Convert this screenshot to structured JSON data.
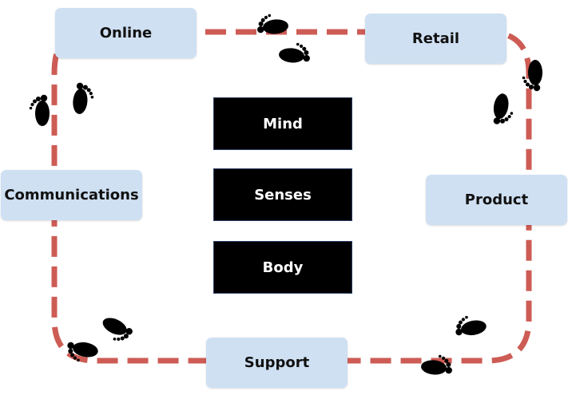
{
  "nodes": {
    "online": "Online",
    "retail": "Retail",
    "communications": "Communications",
    "product": "Product",
    "support": "Support"
  },
  "center": {
    "mind": "Mind",
    "senses": "Senses",
    "body": "Body"
  },
  "colors": {
    "path": "#cd5c55",
    "node_fill": "#cfe0f3",
    "center_fill": "#000000",
    "footprint": "#000000"
  }
}
